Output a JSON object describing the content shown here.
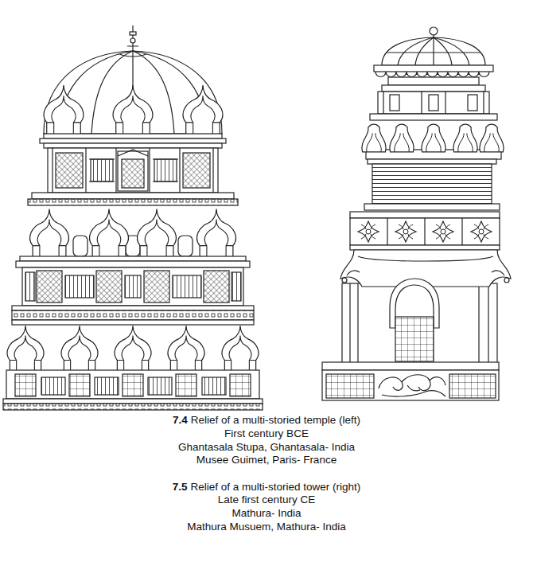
{
  "diagram": {
    "labels": [
      "7.4",
      "Relief of a multi-storied temple (left)",
      "First century BCE",
      "Ghantasala Stupa, Ghantasala- India",
      "Musee Guimet, Paris- France",
      "7.5",
      "Relief of a multi-storied tower (right)",
      "Late first century CE",
      "Mathura- India",
      "Mathura Musuem, Mathura- India"
    ]
  }
}
